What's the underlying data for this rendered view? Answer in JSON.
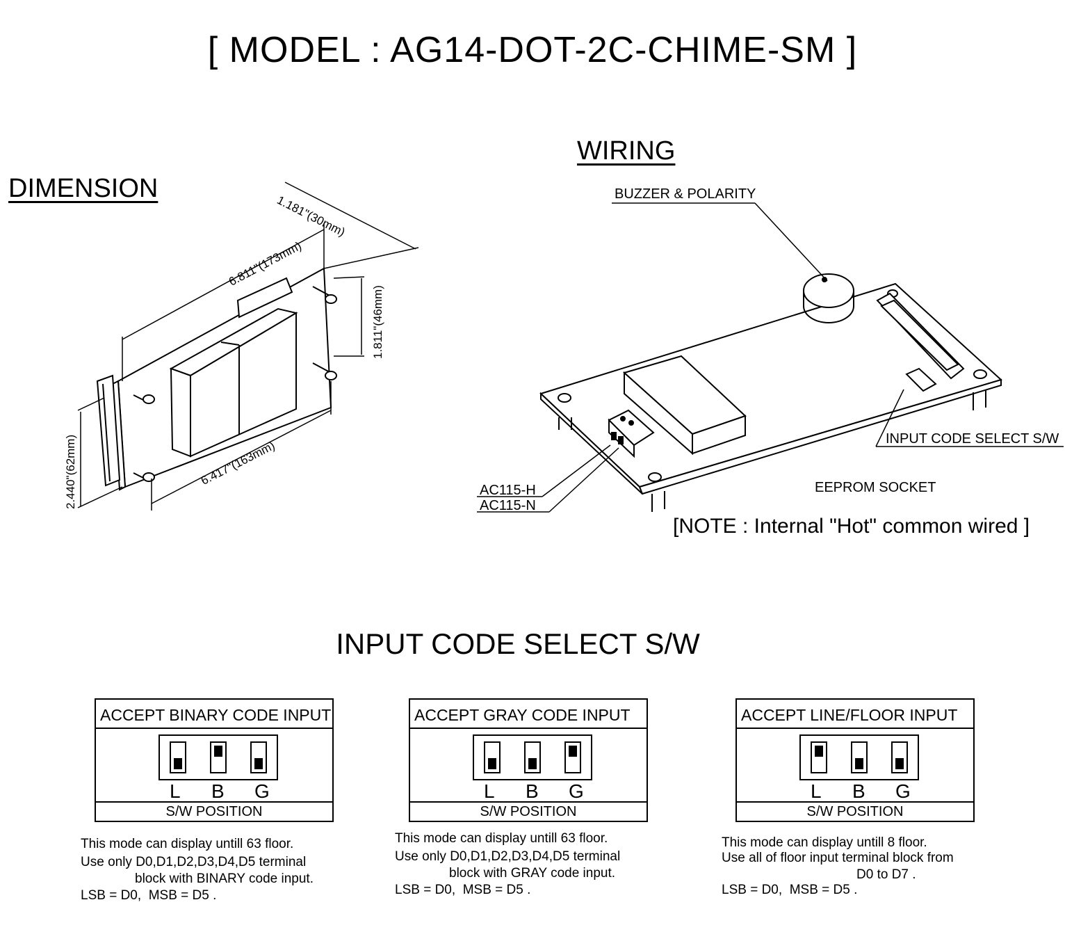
{
  "title": "[ MODEL : AG14-DOT-2C-CHIME-SM ]",
  "dimension": {
    "heading": "DIMENSION",
    "depth": "1.181\"(30mm)",
    "width": "6.811\"(173mm)",
    "height_post": "1.811\"(46mm)",
    "height": "2.440\"(62mm)",
    "post_span": "6.417\"(163mm)"
  },
  "wiring": {
    "heading": "WIRING",
    "buzzer": "BUZZER & POLARITY",
    "input_sw": "INPUT CODE SELECT S/W",
    "eeprom": "EEPROM SOCKET",
    "ac_h": "AC115-H",
    "ac_n": "AC115-N",
    "note": "[NOTE : Internal \"Hot\" common wired ]"
  },
  "input_section": {
    "heading": "INPUT CODE SELECT S/W",
    "panels": [
      {
        "title": "ACCEPT BINARY CODE INPUT",
        "switch_letters": [
          "L",
          "B",
          "G"
        ],
        "switch_states": [
          "down",
          "up",
          "down"
        ],
        "footer": "S/W POSITION",
        "desc": [
          "This mode can display untill 63 floor.",
          "Use only D0,D1,D2,D3,D4,D5 terminal",
          "block with BINARY code input.",
          "LSB = D0,  MSB = D5 ."
        ]
      },
      {
        "title": "ACCEPT GRAY CODE INPUT",
        "switch_letters": [
          "L",
          "B",
          "G"
        ],
        "switch_states": [
          "down",
          "down",
          "up"
        ],
        "footer": "S/W POSITION",
        "desc": [
          "This mode can display untill 63 floor.",
          "Use only D0,D1,D2,D3,D4,D5 terminal",
          "block with GRAY code input.",
          "LSB = D0,  MSB = D5 ."
        ]
      },
      {
        "title": "ACCEPT LINE/FLOOR  INPUT",
        "switch_letters": [
          "L",
          "B",
          "G"
        ],
        "switch_states": [
          "up",
          "down",
          "down"
        ],
        "footer": "S/W POSITION",
        "desc": [
          "This mode can display untill 8 floor.",
          "Use all of floor input terminal block from",
          "D0 to D7 .",
          "LSB = D0,  MSB = D5 ."
        ]
      }
    ]
  }
}
